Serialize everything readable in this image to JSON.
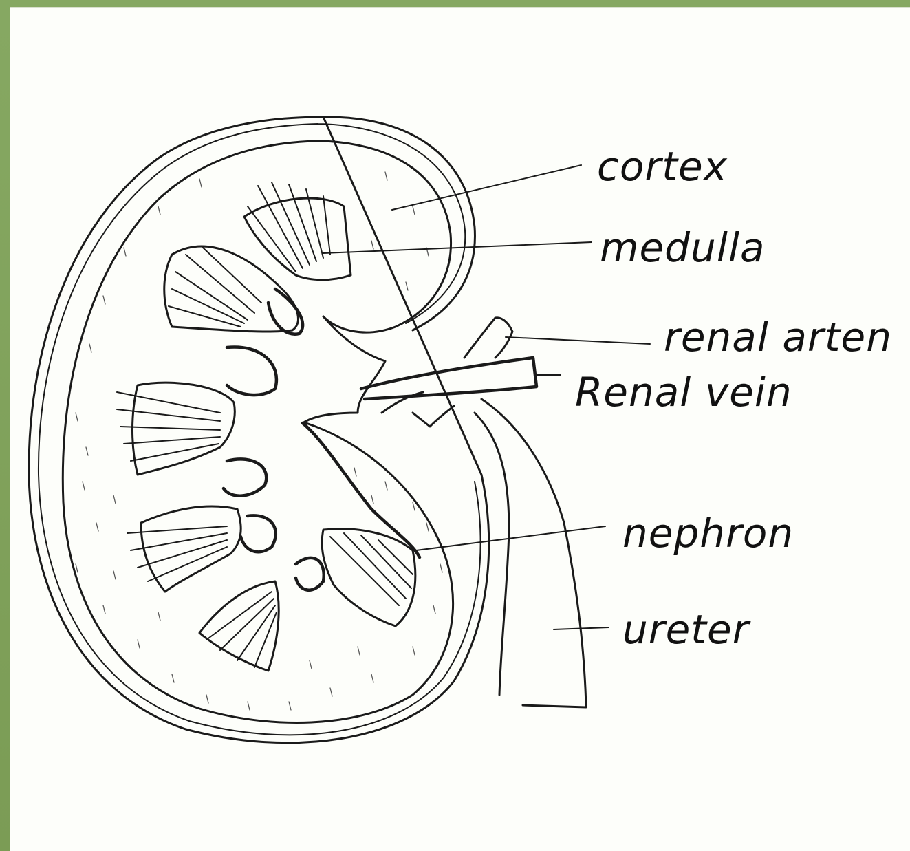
{
  "labels": {
    "cortex": "cortex",
    "medulla": "medulla",
    "renal_artery": "renal arten",
    "renal_vein": "Renal vein",
    "nephron": "nephron",
    "ureter": "ureter"
  },
  "colors": {
    "frame": "#7fa15a",
    "paper": "#fdfefa",
    "ink": "#1a1a1a"
  }
}
